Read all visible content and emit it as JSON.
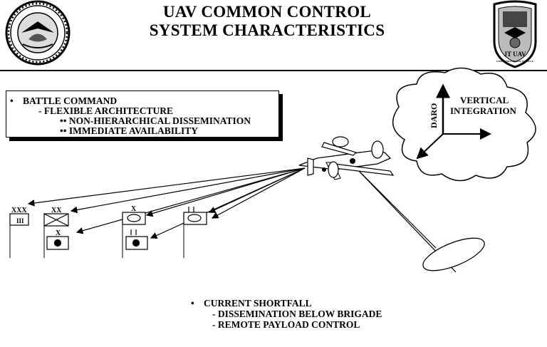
{
  "header": {
    "title_line1": "UAV COMMON CONTROL",
    "title_line2": "SYSTEM CHARACTERISTICS",
    "right_badge_text": "JT UAV",
    "right_badge_subtext": "UNMANNED AERIAL VEHICLE"
  },
  "battle_box": {
    "bullet": "•",
    "item1": "BATTLE COMMAND",
    "item2": "- FLEXIBLE ARCHITECTURE",
    "item3": "•• NON-HIERARCHICAL DISSEMINATION",
    "item4": "•• IMMEDIATE AVAILABILITY"
  },
  "cloud": {
    "axis_label": "DARO",
    "label_line1": "VERTICAL",
    "label_line2": "INTEGRATION"
  },
  "units": {
    "corps_echelon": "XXX",
    "corps_roman": "III",
    "division_echelon": "XX",
    "brigade_echelon_low": "X",
    "brigade_echelon_top": "X"
  },
  "shortfall": {
    "bullet": "•",
    "heading": "CURRENT SHORTFALL",
    "item1": "- DISSEMINATION BELOW BRIGADE",
    "item2": "- REMOTE PAYLOAD CONTROL"
  }
}
